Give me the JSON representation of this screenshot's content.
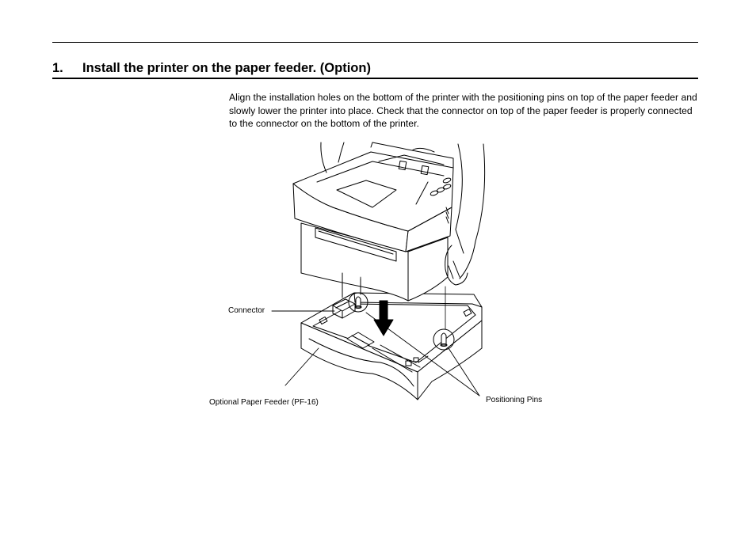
{
  "section": {
    "number": "1.",
    "title": "Install the printer on the paper feeder. (Option)"
  },
  "instructions": "Align the installation holes on the bottom of the printer with the positioning pins on top of the paper feeder and slowly lower the printer into place.  Check that the connector on top of the paper feeder is properly connected to the connector on the bottom of the printer.",
  "figure": {
    "callouts": {
      "connector": "Connector",
      "feeder": "Optional Paper Feeder (PF-16)",
      "pins": "Positioning Pins"
    }
  }
}
